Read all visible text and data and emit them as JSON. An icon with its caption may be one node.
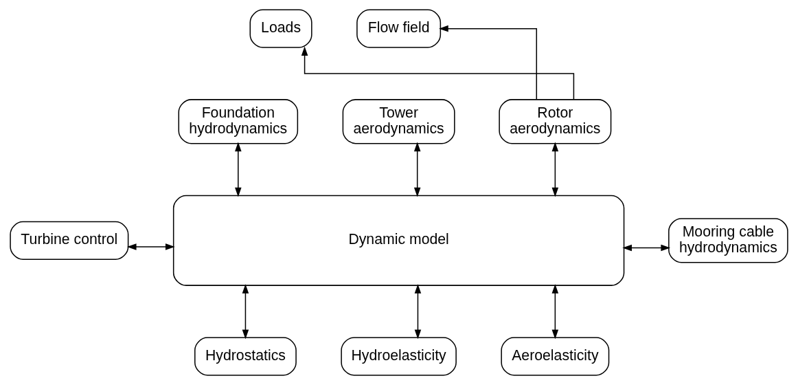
{
  "diagram": {
    "nodes": [
      {
        "text": [
          "Loads"
        ]
      },
      {
        "text": [
          "Flow field"
        ]
      },
      {
        "text": [
          "Foundation hydrodynamics"
        ]
      },
      {
        "text": [
          "Tower aerodynamics"
        ]
      },
      {
        "text": [
          "Rotor aerodynamics"
        ]
      },
      {
        "text": [
          "Turbine control"
        ]
      },
      {
        "text": [
          "Dynamic model"
        ]
      },
      {
        "text": [
          "Mooring cable hydrodynamics"
        ]
      },
      {
        "text": [
          "Hydrostatics"
        ]
      },
      {
        "text": [
          "Hydroelasticity"
        ]
      },
      {
        "text": [
          "Aeroelasticity"
        ]
      }
    ],
    "edges": [
      {
        "from": 4,
        "to": 0,
        "arrow": "to"
      },
      {
        "from": 4,
        "to": 1,
        "arrow": "to"
      },
      {
        "from": 2,
        "to": 6,
        "arrow": "both"
      },
      {
        "from": 3,
        "to": 6,
        "arrow": "both"
      },
      {
        "from": 4,
        "to": 6,
        "arrow": "both"
      },
      {
        "from": 5,
        "to": 6,
        "arrow": "both"
      },
      {
        "from": 6,
        "to": 7,
        "arrow": "both"
      },
      {
        "from": 6,
        "to": 8,
        "arrow": "both"
      },
      {
        "from": 6,
        "to": 9,
        "arrow": "both"
      },
      {
        "from": 6,
        "to": 10,
        "arrow": "both"
      }
    ]
  }
}
